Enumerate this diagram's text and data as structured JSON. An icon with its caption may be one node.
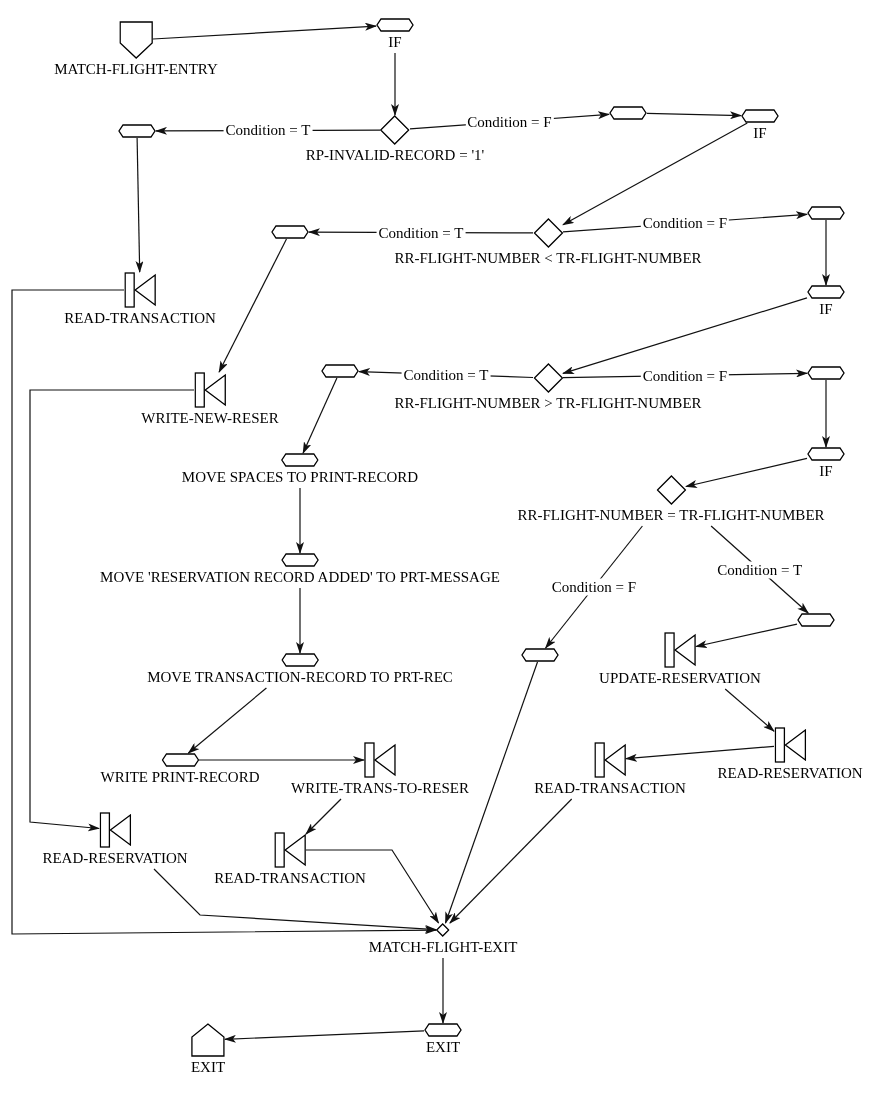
{
  "diagram": {
    "nodes": [
      {
        "text": [
          "MATCH-FLIGHT-ENTRY"
        ]
      },
      {
        "text": [
          "IF"
        ]
      },
      {
        "text": [
          "RP-INVALID-RECORD = '1'"
        ]
      },
      {
        "text": [],
        "shape": "hexagon"
      },
      {
        "text": [],
        "shape": "hexagon"
      },
      {
        "text": [
          "IF"
        ]
      },
      {
        "text": [
          "READ-TRANSACTION"
        ]
      },
      {
        "text": [],
        "shape": "hexagon"
      },
      {
        "text": [
          "RR-FLIGHT-NUMBER < TR-FLIGHT-NUMBER"
        ]
      },
      {
        "text": [],
        "shape": "hexagon"
      },
      {
        "text": [
          "IF"
        ]
      },
      {
        "text": [
          "WRITE-NEW-RESER"
        ]
      },
      {
        "text": [],
        "shape": "hexagon"
      },
      {
        "text": [
          "RR-FLIGHT-NUMBER > TR-FLIGHT-NUMBER"
        ]
      },
      {
        "text": [],
        "shape": "hexagon"
      },
      {
        "text": [
          "MOVE SPACES TO PRINT-RECORD"
        ]
      },
      {
        "text": [
          "IF"
        ]
      },
      {
        "text": [
          "RR-FLIGHT-NUMBER = TR-FLIGHT-NUMBER"
        ]
      },
      {
        "text": [
          "MOVE 'RESERVATION RECORD ADDED' TO PRT-MESSAGE"
        ]
      },
      {
        "text": [
          "MOVE TRANSACTION-RECORD TO PRT-REC"
        ]
      },
      {
        "text": [],
        "shape": "hexagon"
      },
      {
        "text": [],
        "shape": "hexagon"
      },
      {
        "text": [
          "UPDATE-RESERVATION"
        ]
      },
      {
        "text": [
          "WRITE PRINT-RECORD"
        ]
      },
      {
        "text": [
          "WRITE-TRANS-TO-RESER"
        ]
      },
      {
        "text": [
          "READ-RESERVATION"
        ]
      },
      {
        "text": [
          "READ-TRANSACTION"
        ]
      },
      {
        "text": [
          "READ-RESERVATION"
        ]
      },
      {
        "text": [
          "READ-TRANSACTION"
        ]
      },
      {
        "text": [
          "MATCH-FLIGHT-EXIT"
        ]
      },
      {
        "text": [
          "EXIT"
        ]
      },
      {
        "text": [
          "EXIT"
        ]
      }
    ],
    "edges": [
      {
        "from": 0,
        "to": 1,
        "arrow": "to"
      },
      {
        "from": 1,
        "to": 2,
        "arrow": "to"
      },
      {
        "from": 2,
        "to": 3,
        "arrow": "to",
        "label": "Condition = T"
      },
      {
        "from": 2,
        "to": 4,
        "arrow": "to",
        "label": "Condition = F"
      },
      {
        "from": 4,
        "to": 5,
        "arrow": "to"
      },
      {
        "from": 3,
        "to": 6,
        "arrow": "to"
      },
      {
        "from": 5,
        "to": 8,
        "arrow": "to"
      },
      {
        "from": 8,
        "to": 7,
        "arrow": "to",
        "label": "Condition = T"
      },
      {
        "from": 8,
        "to": 9,
        "arrow": "to",
        "label": "Condition = F"
      },
      {
        "from": 9,
        "to": 10,
        "arrow": "to"
      },
      {
        "from": 7,
        "to": 11,
        "arrow": "to"
      },
      {
        "from": 10,
        "to": 13,
        "arrow": "to"
      },
      {
        "from": 13,
        "to": 12,
        "arrow": "to",
        "label": "Condition = T"
      },
      {
        "from": 13,
        "to": 14,
        "arrow": "to",
        "label": "Condition = F"
      },
      {
        "from": 14,
        "to": 16,
        "arrow": "to"
      },
      {
        "from": 12,
        "to": 15,
        "arrow": "to"
      },
      {
        "from": 16,
        "to": 17,
        "arrow": "to"
      },
      {
        "from": 15,
        "to": 18,
        "arrow": "to"
      },
      {
        "from": 17,
        "to": 20,
        "arrow": "to",
        "label": "Condition = F"
      },
      {
        "from": 17,
        "to": 21,
        "arrow": "to",
        "label": "Condition = T"
      },
      {
        "from": 18,
        "to": 19,
        "arrow": "to"
      },
      {
        "from": 21,
        "to": 22,
        "arrow": "to"
      },
      {
        "from": 22,
        "to": 25,
        "arrow": "to"
      },
      {
        "from": 19,
        "to": 23,
        "arrow": "to"
      },
      {
        "from": 23,
        "to": 24,
        "arrow": "to"
      },
      {
        "from": 25,
        "to": 26,
        "arrow": "to"
      },
      {
        "from": 24,
        "to": 28,
        "arrow": "to"
      },
      {
        "from": 6,
        "to": 29,
        "arrow": "to"
      },
      {
        "from": 11,
        "to": 27,
        "arrow": "to"
      },
      {
        "from": 27,
        "to": 29,
        "arrow": "to"
      },
      {
        "from": 28,
        "to": 29,
        "arrow": "to"
      },
      {
        "from": 20,
        "to": 29,
        "arrow": "to"
      },
      {
        "from": 26,
        "to": 29,
        "arrow": "to"
      },
      {
        "from": 29,
        "to": 30,
        "arrow": "to"
      },
      {
        "from": 30,
        "to": 31,
        "arrow": "to"
      }
    ]
  }
}
